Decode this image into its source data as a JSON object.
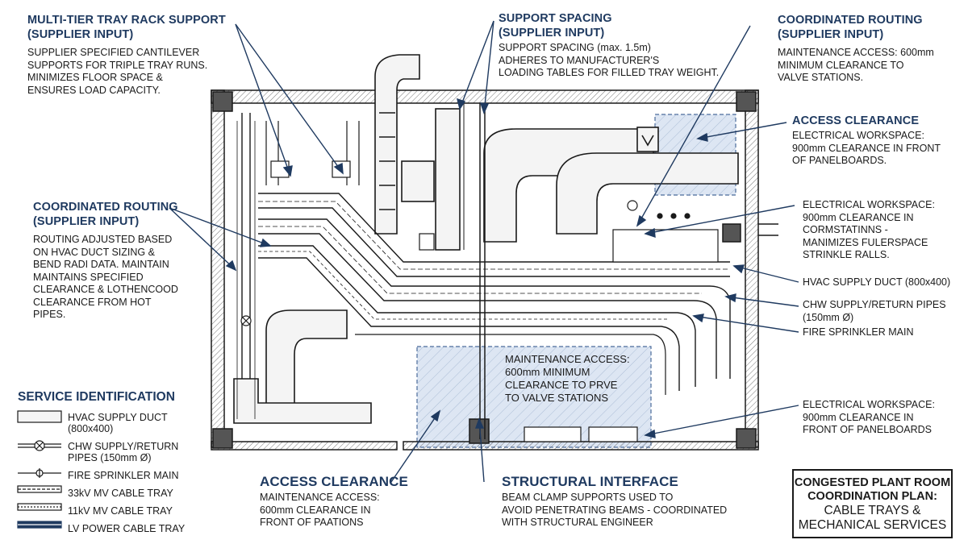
{
  "callouts": {
    "multi_tier": {
      "heading": [
        "MULTI-TIER TRAY RACK SUPPORT",
        "(SUPPLIER INPUT)"
      ],
      "body": [
        "SUPPLIER SPECIFIED CANTILEVER",
        "SUPPORTS FOR TRIPLE TRAY RUNS.",
        "MINIMIZES FLOOR SPACE &",
        "ENSURES LOAD CAPACITY."
      ]
    },
    "support_spacing": {
      "heading": [
        "SUPPORT SPACING",
        "(SUPPLIER INPUT)"
      ],
      "body": [
        "SUPPORT SPACING (max. 1.5m)",
        "ADHERES TO MANUFACTURER'S",
        "LOADING TABLES FOR FILLED TRAY WEIGHT."
      ]
    },
    "coordinated_routing_top": {
      "heading": [
        "COORDINATED ROUTING",
        "(SUPPLIER INPUT)"
      ],
      "body": [
        "MAINTENANCE ACCESS: 600mm",
        "MINIMUM CLEARANCE TO",
        "VALVE STATIONS."
      ]
    },
    "access_clearance_top": {
      "heading": [
        "ACCESS CLEARANCE"
      ],
      "body": [
        "ELECTRICAL WORKSPACE:",
        "900mm CLEARANCE IN FRONT",
        "OF PANELBOARDS."
      ]
    },
    "electrical_workspace_mid": {
      "body": [
        "ELECTRICAL WORKSPACE:",
        "900mm CLEARANCE IN",
        "CORMSTATINNS -",
        "MANIMIZES FULERSPACE",
        "STRINKLE RALLS."
      ]
    },
    "hvac_supply": {
      "body": [
        "HVAC SUPPLY DUCT (800x400)"
      ]
    },
    "chw_pipes": {
      "body": [
        "CHW SUPPLY/RETURN PIPES",
        "(150mm Ø)"
      ]
    },
    "fire_sprinkler": {
      "body": [
        "FIRE SPRINKLER MAIN"
      ]
    },
    "electrical_workspace_low": {
      "body": [
        "ELECTRICAL WORKSPACE:",
        "900mm CLEARANCE IN",
        "FRONT OF PANELBOARDS"
      ]
    },
    "coordinated_routing_left": {
      "heading": [
        "COORDINATED ROUTING",
        "(SUPPLIER INPUT)"
      ],
      "body": [
        "ROUTING ADJUSTED BASED",
        "ON HVAC DUCT SIZING &",
        "BEND RADI DATA. MAINTAIN",
        "MAINTAINS SPECIFIED",
        "CLEARANCE & LOTHENCOOD",
        "CLEARANCE FROM HOT",
        "PIPES."
      ]
    },
    "maintenance_zone": {
      "body": [
        "MAINTENANCE ACCESS:",
        "600mm MINIMUM",
        "CLEARANCE TO PRVE",
        "TO VALVE STATIONS"
      ]
    },
    "access_clearance_bottom": {
      "heading": [
        "ACCESS CLEARANCE"
      ],
      "body": [
        "MAINTENANCE ACCESS:",
        "600mm CLEARANCE IN",
        "FRONT OF PAATIONS"
      ]
    },
    "structural_interface": {
      "heading": [
        "STRUCTURAL INTERFACE"
      ],
      "body": [
        "BEAM CLAMP SUPPORTS USED TO",
        "AVOID PENETRATING BEAMS - COORDINATED",
        "WITH STRUCTURAL ENGINEER"
      ]
    }
  },
  "legend": {
    "title": "SERVICE IDENTIFICATION",
    "items": [
      {
        "icon": "hvac-duct-icon",
        "label": [
          "HVAC SUPPLY DUCT",
          "(800x400)"
        ]
      },
      {
        "icon": "chw-pipe-icon",
        "label": [
          "CHW SUPPLY/RETURN",
          "PIPES (150mm Ø)"
        ]
      },
      {
        "icon": "sprinkler-main-icon",
        "label": [
          "FIRE SPRINKLER MAIN"
        ]
      },
      {
        "icon": "mv-33kv-tray-icon",
        "label": [
          "33kV MV CABLE TRAY"
        ]
      },
      {
        "icon": "mv-11kv-tray-icon",
        "label": [
          "11kV MV CABLE TRAY"
        ]
      },
      {
        "icon": "lv-power-tray-icon",
        "label": [
          "LV POWER CABLE TRAY"
        ]
      }
    ]
  },
  "title_block": {
    "line1": [
      "CONGESTED PLANT ROOM",
      "COORDINATION PLAN:"
    ],
    "line2": [
      "CABLE TRAYS &",
      "MECHANICAL SERVICES"
    ]
  },
  "colors": {
    "heading": "#1f3a60",
    "line": "#1a1a1a",
    "clearance_zone": "#dde6f3"
  }
}
